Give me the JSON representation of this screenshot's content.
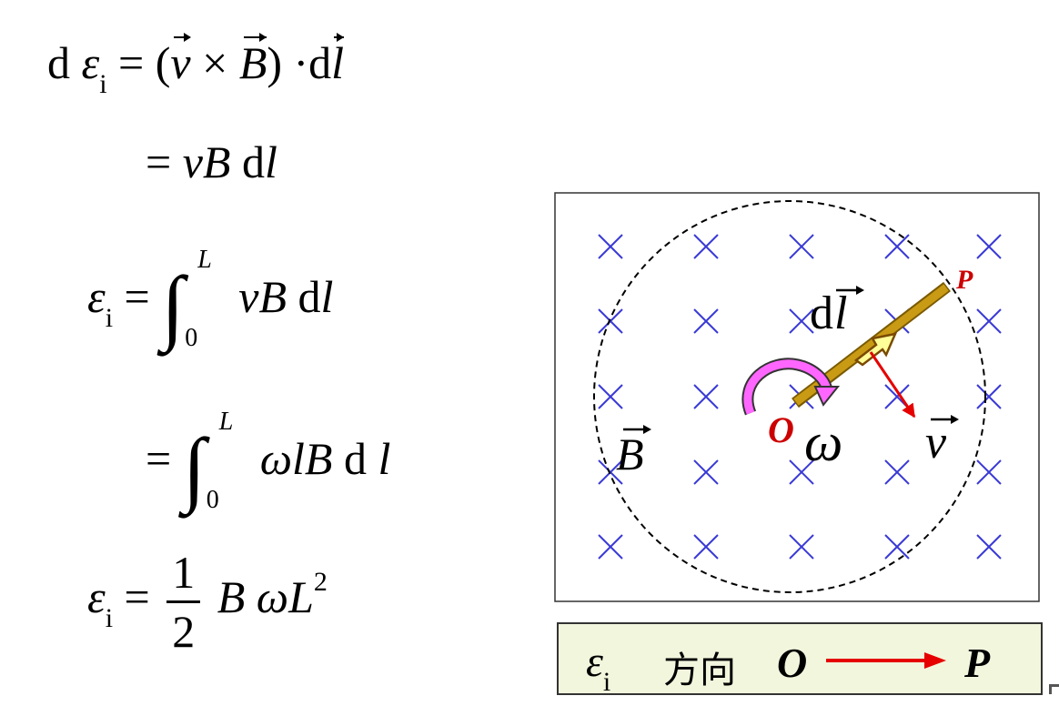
{
  "equations": {
    "eq1": {
      "lhs_d": "d",
      "eps": "ε",
      "sub": "i",
      "eq": "=",
      "lp": "(",
      "v": "v",
      "times": "×",
      "B": "B",
      "rp": ")",
      "dot": "·",
      "d": "d",
      "l": "l"
    },
    "eq2": {
      "eq": "=",
      "v": "v",
      "B": "B",
      "d": "d",
      "l": "l"
    },
    "eq3": {
      "eps": "ε",
      "sub": "i",
      "eq": "=",
      "int": "∫",
      "upper": "L",
      "lower": "0",
      "v": "v",
      "B": "B",
      "d": "d",
      "l": "l"
    },
    "eq4": {
      "eq": "=",
      "int": "∫",
      "upper": "L",
      "lower": "0",
      "omega": "ω",
      "l1": "l",
      "B": "B",
      "d": "d",
      "l2": "l"
    },
    "eq5": {
      "eps": "ε",
      "sub": "i",
      "eq": "=",
      "num": "1",
      "den": "2",
      "B": "B",
      "omega": "ω",
      "L": "L",
      "pow": "2"
    }
  },
  "diagram": {
    "label_B": "B",
    "label_dl_d": "d",
    "label_dl_l": "l",
    "label_O": "O",
    "label_P": "P",
    "label_omega": "ω",
    "label_v": "v",
    "cross_symbol": "×",
    "colors": {
      "cross": "#3a3ad6",
      "rod": "#c99a14",
      "rod_edge": "#7a5a00",
      "rotation": "#ff66ff",
      "velocity": "#e60000",
      "label_red": "#cc0000",
      "dl_arrow": "#ffff99"
    }
  },
  "direction": {
    "eps": "ε",
    "sub": "i",
    "text": "方向",
    "from": "O",
    "to": "P",
    "arrow_color": "#e60000",
    "box_color": "#f2f6dd"
  }
}
